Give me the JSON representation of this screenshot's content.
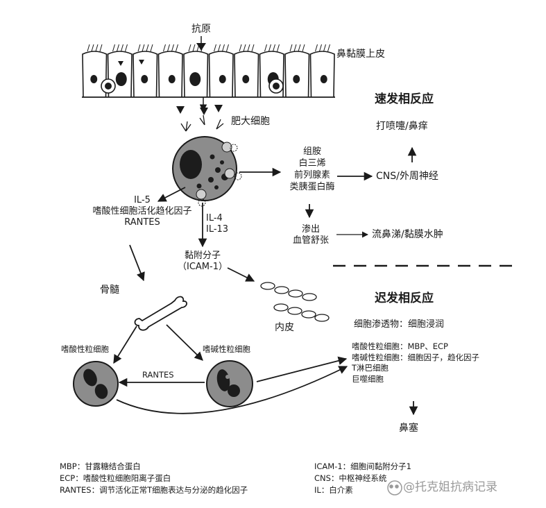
{
  "labels": {
    "antigen": "抗原",
    "epithelium": "鼻黏膜上皮",
    "mast_cell": "肥大细胞",
    "mediators": "组胺\n白三烯\n前列腺素\n类胰蛋白酶",
    "cns": "CNS/外周神经",
    "sneeze": "打喷嚏/鼻痒",
    "immediate_header": "速发相反应",
    "exudation": "渗出\n血管舒张",
    "rhinorrhea": "流鼻涕/黏膜水肿",
    "il5_block": "IL-5\n嗜酸性细胞活化趋化因子\nRANTES",
    "il4_block": "IL-4\nIL-13",
    "adhesion": "黏附分子\n（ICAM-1）",
    "endothelium": "内皮",
    "bone_marrow": "骨髓",
    "eosinophil": "嗜酸性粒细胞",
    "basophil": "嗜碱性粒细胞",
    "rantes_arrow": "RANTES",
    "late_header": "迟发相反应",
    "infiltration": "细胞渗透物：细胞浸润",
    "cells_list": "嗜酸性粒细胞：MBP、ECP\n嗜碱性粒细胞：细胞因子，趋化因子\nT淋巴细胞\n巨噬细胞",
    "congestion": "鼻塞"
  },
  "legend": {
    "left": [
      "MBP：甘露糖结合蛋白",
      "ECP：嗜酸性粒细胞阳离子蛋白",
      "RANTES：调节活化正常T细胞表达与分泌的趋化因子"
    ],
    "right": [
      "ICAM-1：细胞间黏附分子1",
      "CNS：中枢神经系统",
      "IL：白介素"
    ]
  },
  "watermark": "@托克姐抗病记录",
  "colors": {
    "ink": "#1a1a1a",
    "cell_fill": "#8c8c8c",
    "cell_dark": "#1c1c1c",
    "nucleus_fill": "#5a5a5a"
  }
}
